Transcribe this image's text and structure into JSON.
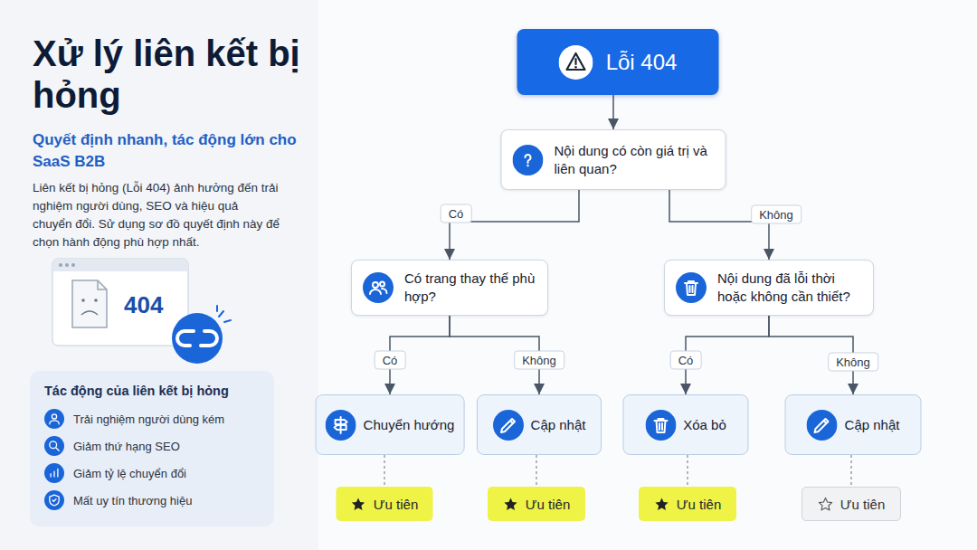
{
  "diagram": {
    "title": "Xử lý liên kết bị hỏng",
    "nodes": [
      {
        "text": [
          "Tác động của liên kết bị hỏng",
          "Trải nghiệm người dùng kém",
          "Giảm thứ hạng SEO",
          "Giảm tỷ lệ chuyển đổi",
          "Mất uy tín thương hiệu"
        ]
      },
      {
        "text": [
          "Lỗi 404"
        ]
      },
      {
        "text": [
          "Nội dung có còn giá trị và liên quan?"
        ]
      },
      {
        "text": [
          "Có trang thay thế phù hợp?"
        ]
      },
      {
        "text": [
          "Nội dung đã lỗi thời hoặc không cần thiết?"
        ]
      },
      {
        "text": [
          "Chuyển hướng"
        ]
      },
      {
        "text": [
          "Cập nhật"
        ]
      },
      {
        "text": [
          "Xóa bỏ"
        ]
      },
      {
        "text": [
          "Cập nhật"
        ]
      },
      {
        "text": [
          "Ưu tiên"
        ]
      },
      {
        "text": [
          "Ưu tiên"
        ]
      },
      {
        "text": [
          "Ưu tiên"
        ]
      },
      {
        "text": [
          "Ưu tiên"
        ]
      }
    ],
    "edges": [
      {
        "from": 1,
        "to": 2,
        "arrow": "to"
      },
      {
        "from": 2,
        "to": 3,
        "label": "Có",
        "arrow": "to"
      },
      {
        "from": 2,
        "to": 4,
        "label": "Không",
        "arrow": "to"
      },
      {
        "from": 3,
        "to": 5,
        "label": "Có",
        "arrow": "to"
      },
      {
        "from": 3,
        "to": 6,
        "label": "Không",
        "arrow": "to"
      },
      {
        "from": 4,
        "to": 7,
        "label": "Có",
        "arrow": "to"
      },
      {
        "from": 4,
        "to": 8,
        "label": "Không",
        "arrow": "to"
      },
      {
        "from": 5,
        "to": 9,
        "arrow": "none"
      },
      {
        "from": 6,
        "to": 10,
        "arrow": "none"
      },
      {
        "from": 7,
        "to": 11,
        "arrow": "none"
      },
      {
        "from": 8,
        "to": 12,
        "arrow": "none"
      }
    ],
    "labels": [
      "Quyết định nhanh, tác động lớn cho SaaS B2B",
      "Liên kết bị hỏng (Lỗi 404) ảnh hưởng đến trải nghiệm người dùng, SEO và hiệu quả chuyển đổi. Sử dụng sơ đồ quyết định này để chọn hành động phù hợp nhất.",
      "404"
    ]
  }
}
